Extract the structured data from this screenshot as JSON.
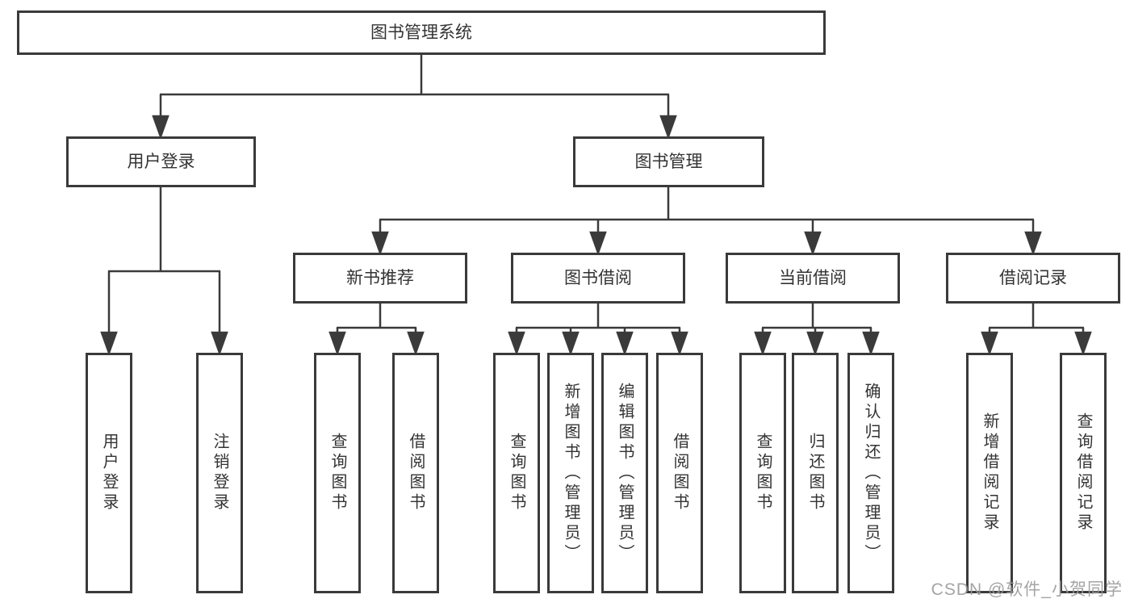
{
  "diagram": {
    "title": "图书管理系统",
    "nodes": {
      "root": "图书管理系统",
      "l2": [
        "用户登录",
        "图书管理"
      ],
      "l3": [
        "新书推荐",
        "图书借阅",
        "当前借阅",
        "借阅记录"
      ],
      "leaves": [
        "用户登录",
        "注销登录",
        "查询图书",
        "借阅图书",
        "查询图书",
        "新增图书（管理员）",
        "编辑图书（管理员）",
        "借阅图书",
        "查询图书",
        "归还图书",
        "确认归还（管理员）",
        "新增借阅记录",
        "查询借阅记录"
      ]
    },
    "colors": {
      "line": "#3a3a3a",
      "box_border": "#3a3a3a",
      "text": "#333333",
      "background": "#ffffff",
      "watermark": "#9b9b9b"
    }
  },
  "watermark": {
    "text": "CSDN @软件_小贺同学"
  }
}
